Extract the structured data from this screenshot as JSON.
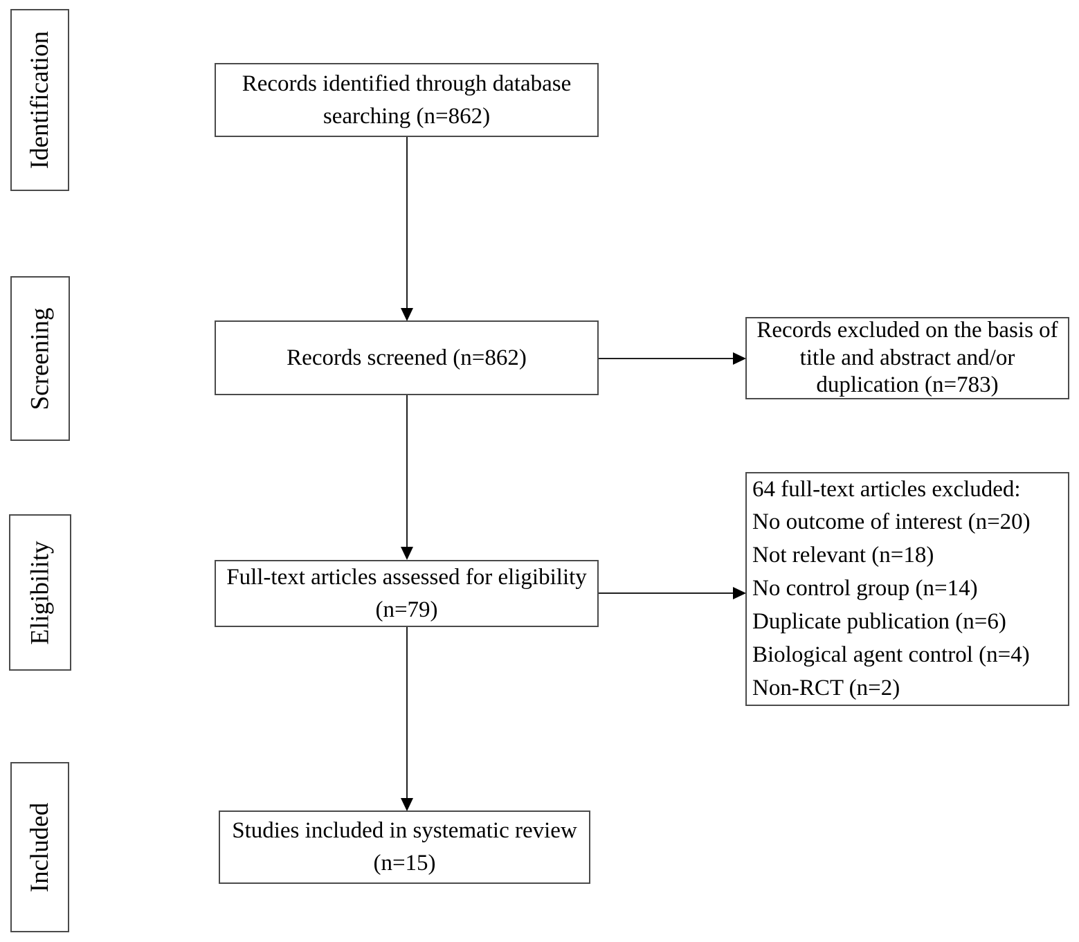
{
  "figure": {
    "colors": {
      "background": "#ffffff",
      "border": "#4a4a4a",
      "arrow": "#1f1f1f",
      "arrowhead": "#000000",
      "text": "#000000"
    }
  },
  "stages": [
    {
      "label": "Identification"
    },
    {
      "label": "Screening"
    },
    {
      "label": "Eligibility"
    },
    {
      "label": "Included"
    }
  ],
  "flow": [
    {
      "text": "Records identified through database searching (n=862)"
    },
    {
      "text": "Records screened (n=862)"
    },
    {
      "text": "Full-text articles assessed for eligibility (n=79)"
    },
    {
      "text": "Studies included in systematic review (n=15)"
    }
  ],
  "exclusions": [
    {
      "text": "Records excluded on the basis of title and abstract and/or duplication (n=783)"
    },
    {
      "lines": [
        "64 full-text articles excluded:",
        "No outcome of interest (n=20)",
        "Not relevant (n=18)",
        "No control group (n=14)",
        "Duplicate publication (n=6)",
        "Biological agent control (n=4)",
        "Non-RCT (n=2)"
      ]
    }
  ]
}
